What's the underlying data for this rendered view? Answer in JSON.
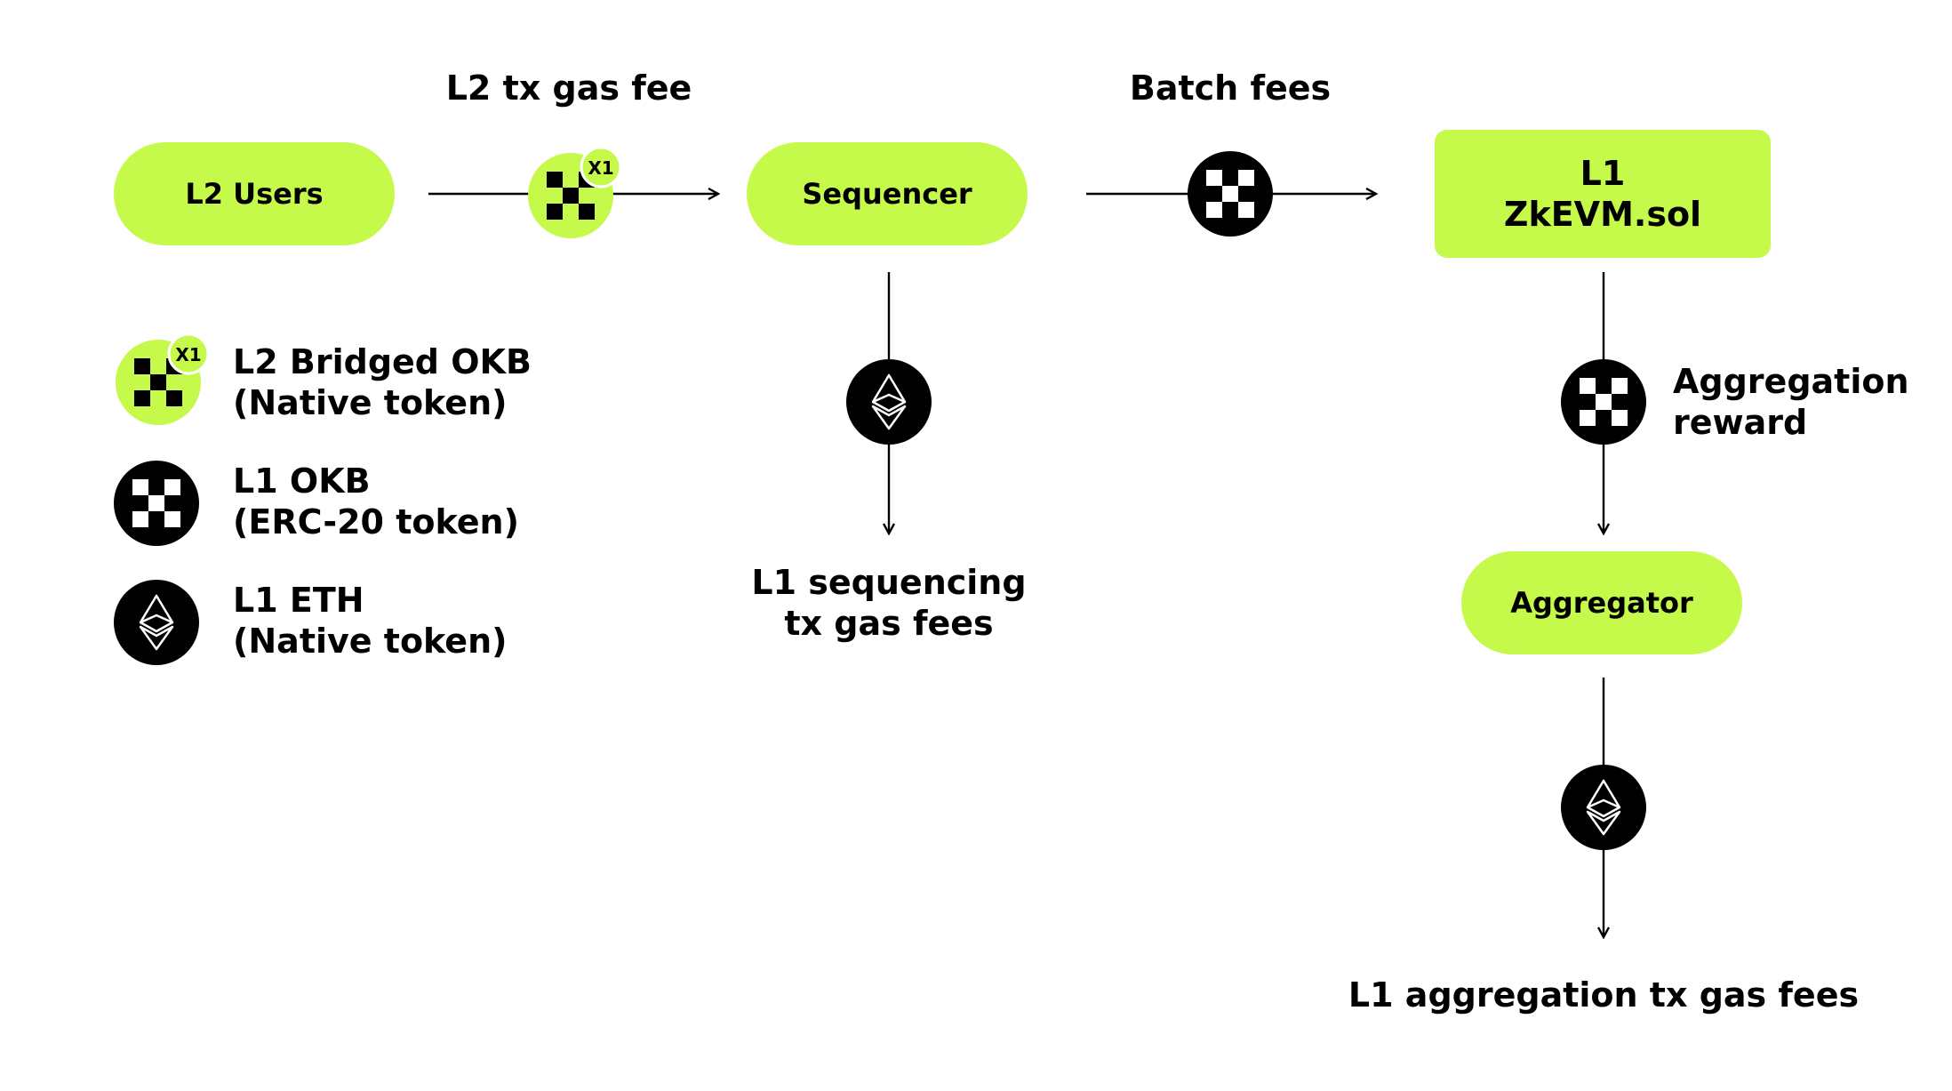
{
  "colors": {
    "accent": "#c5f94a",
    "ink": "#000000",
    "background": "#ffffff"
  },
  "nodes": {
    "l2_users": "L2 Users",
    "sequencer": "Sequencer",
    "zkevm_line1": "L1",
    "zkevm_line2": "ZkEVM.sol",
    "aggregator": "Aggregator"
  },
  "edges": {
    "l2_tx_gas_fee": "L2 tx gas fee",
    "batch_fees": "Batch fees",
    "aggregation_reward_line1": "Aggregation",
    "aggregation_reward_line2": "reward"
  },
  "outputs": {
    "l1_sequencing_line1": "L1 sequencing",
    "l1_sequencing_line2": "tx gas fees",
    "l1_aggregation": "L1 aggregation tx gas fees"
  },
  "legend": [
    {
      "icon": "x1-okb-icon",
      "line1": "L2 Bridged OKB",
      "line2": "(Native token)"
    },
    {
      "icon": "okb-icon",
      "line1": "L1 OKB",
      "line2": "(ERC-20 token)"
    },
    {
      "icon": "eth-icon",
      "line1": "L1 ETH",
      "line2": "(Native token)"
    }
  ],
  "badge": {
    "x1_text": "X1"
  }
}
